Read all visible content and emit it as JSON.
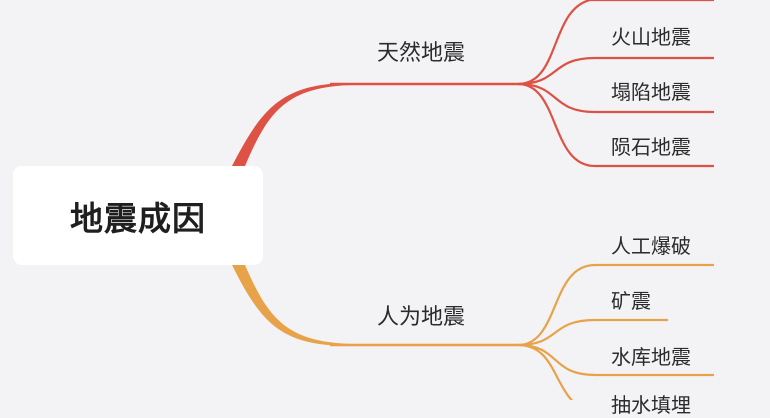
{
  "root": {
    "label": "地震成因"
  },
  "branches": [
    {
      "label": "天然地震",
      "color": "#dd5244",
      "children": [
        "火山地震",
        "塌陷地震",
        "陨石地震"
      ]
    },
    {
      "label": "人为地震",
      "color": "#e8a24a",
      "children": [
        "人工爆破",
        "矿震",
        "水库地震",
        "抽水填埋"
      ]
    }
  ]
}
